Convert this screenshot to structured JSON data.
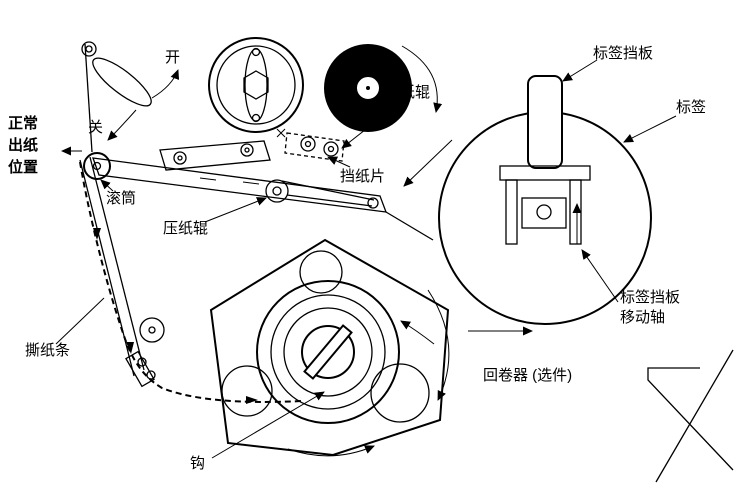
{
  "diagram": {
    "description": "label-printer-mechanism-side-view",
    "labels": {
      "open": "开",
      "close": "关",
      "normal_exit": [
        "正常",
        "出纸",
        "位置"
      ],
      "platen": "滚筒",
      "pressure_roller_top": "压纸辊",
      "pressure_roller_left": "压纸辊",
      "paper_stop": "挡纸片",
      "label_guard": "标签挡板",
      "label_roll": "标签",
      "guard_shaft": [
        "标签挡板",
        "移动轴"
      ],
      "rewinder": "回卷器 (选件)",
      "tear_strip": "撕纸条",
      "hook": "钩"
    },
    "colors": {
      "line": "#000000",
      "background": "#ffffff",
      "disc_fill": "#000000"
    }
  }
}
